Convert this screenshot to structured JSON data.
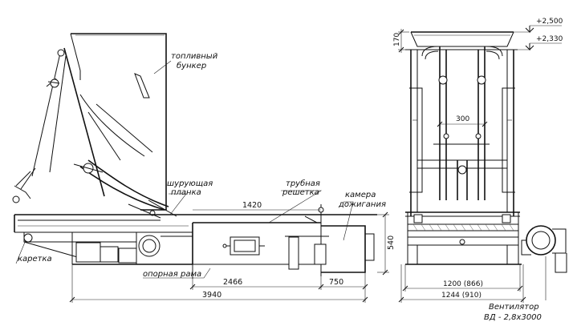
{
  "labels": {
    "fuel_bunker_1": "топливный",
    "fuel_bunker_2": "бункер",
    "stoking_bar_1": "шурующая",
    "stoking_bar_2": "планка",
    "tube_grate_1": "трубная",
    "tube_grate_2": "решетка",
    "afterburn_1": "камера",
    "afterburn_2": "дожигания",
    "carriage": "каретка",
    "support_frame": "опорная рама",
    "fan_1": "Вентилятор",
    "fan_2": "ВД - 2,8х3000"
  },
  "dimensions": {
    "d1420": "1420",
    "d2466": "2466",
    "d750": "750",
    "d3940": "3940",
    "d540": "540",
    "d170": "170",
    "d300": "300",
    "d1200": "1200 (866)",
    "d1244": "1244 (910)",
    "elev_2500": "+2,500",
    "elev_2330": "+2,330"
  }
}
